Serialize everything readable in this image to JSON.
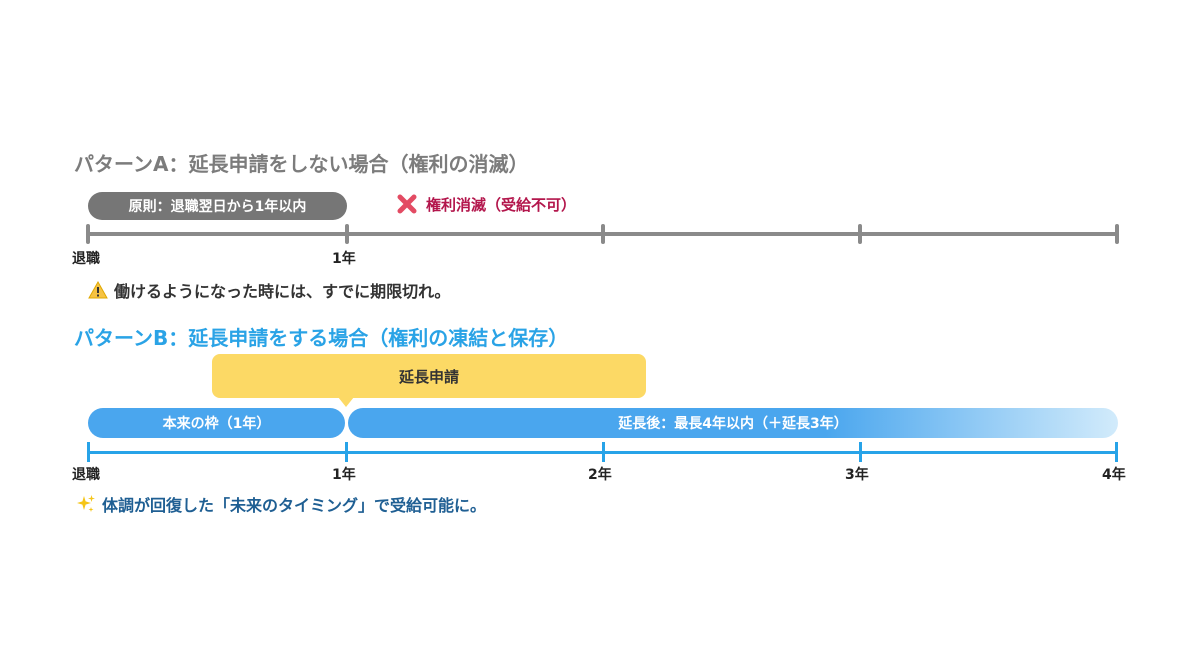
{
  "pattern_a": {
    "title": "パターンA：延長申請をしない場合（権利の消滅）",
    "principle_label": "原則：退職翌日から1年以内",
    "expired_icon": "red-cross-icon",
    "expired_label": "権利消滅（受給不可）",
    "axis_color": "#8a8a8a",
    "tick_labels": [
      "退職",
      "1年",
      "",
      "",
      ""
    ],
    "note_icon": "warning-icon",
    "note": "働けるようになった時には、すでに期限切れ。"
  },
  "pattern_b": {
    "title": "パターンB：延長申請をする場合（権利の凍結と保存）",
    "callout_label": "延長申請",
    "original_period_label": "本来の枠（1年）",
    "extended_period_label": "延長後：最長4年以内（＋延長3年）",
    "axis_color": "#27a3e8",
    "tick_labels": [
      "退職",
      "1年",
      "2年",
      "3年",
      "4年"
    ],
    "note_icon": "sparkles-icon",
    "note": "体調が回復した「未来のタイミング」で受給可能に。"
  },
  "colors": {
    "title_a": "#7c7c7c",
    "title_b": "#2aa3e6",
    "expired": "#b3164c",
    "callout": "#fcd965",
    "bar": "#4aa6ee"
  }
}
